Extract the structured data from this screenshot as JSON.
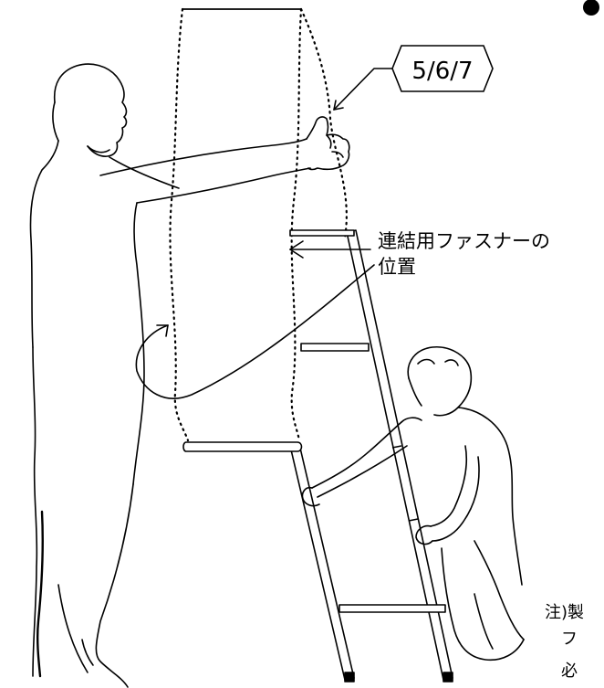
{
  "callout_tag": {
    "label": "5/6/7"
  },
  "annotation": {
    "line1": "連結用ファスナーの",
    "line2": "位置"
  },
  "footnote": {
    "line1": "注)製",
    "line2": "　フ",
    "line3": "　必"
  },
  "colors": {
    "ink": "#000000",
    "background": "#ffffff"
  }
}
